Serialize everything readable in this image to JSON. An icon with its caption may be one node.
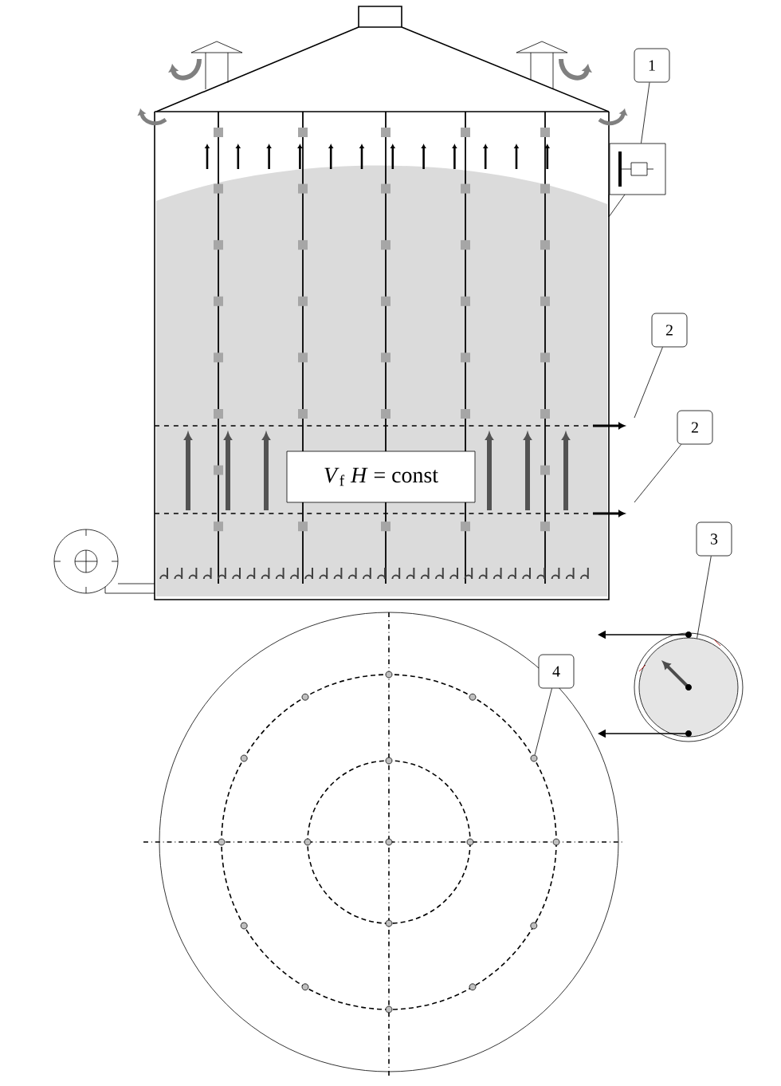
{
  "diagram": {
    "nodes": [
      {
        "text": [
          "1"
        ]
      },
      {
        "text": [],
        "shape": "box"
      },
      {
        "text": [
          "2"
        ]
      },
      {
        "text": [
          "2"
        ]
      },
      {
        "text": [
          "*V*$_{f}$  *H* = const"
        ]
      },
      {
        "text": [
          "3"
        ]
      },
      {
        "text": [],
        "shape": "circle"
      },
      {
        "text": [
          "4"
        ]
      },
      {
        "text": [],
        "shape": "circle"
      }
    ],
    "edges": [
      {
        "from": 0,
        "to": 1,
        "arrow": "none"
      },
      {
        "from": 2,
        "to": null,
        "arrow": "none"
      },
      {
        "from": 3,
        "to": null,
        "arrow": "none"
      },
      {
        "from": 5,
        "to": 6,
        "arrow": "none"
      },
      {
        "from": 7,
        "to": 8,
        "arrow": "none"
      }
    ]
  }
}
